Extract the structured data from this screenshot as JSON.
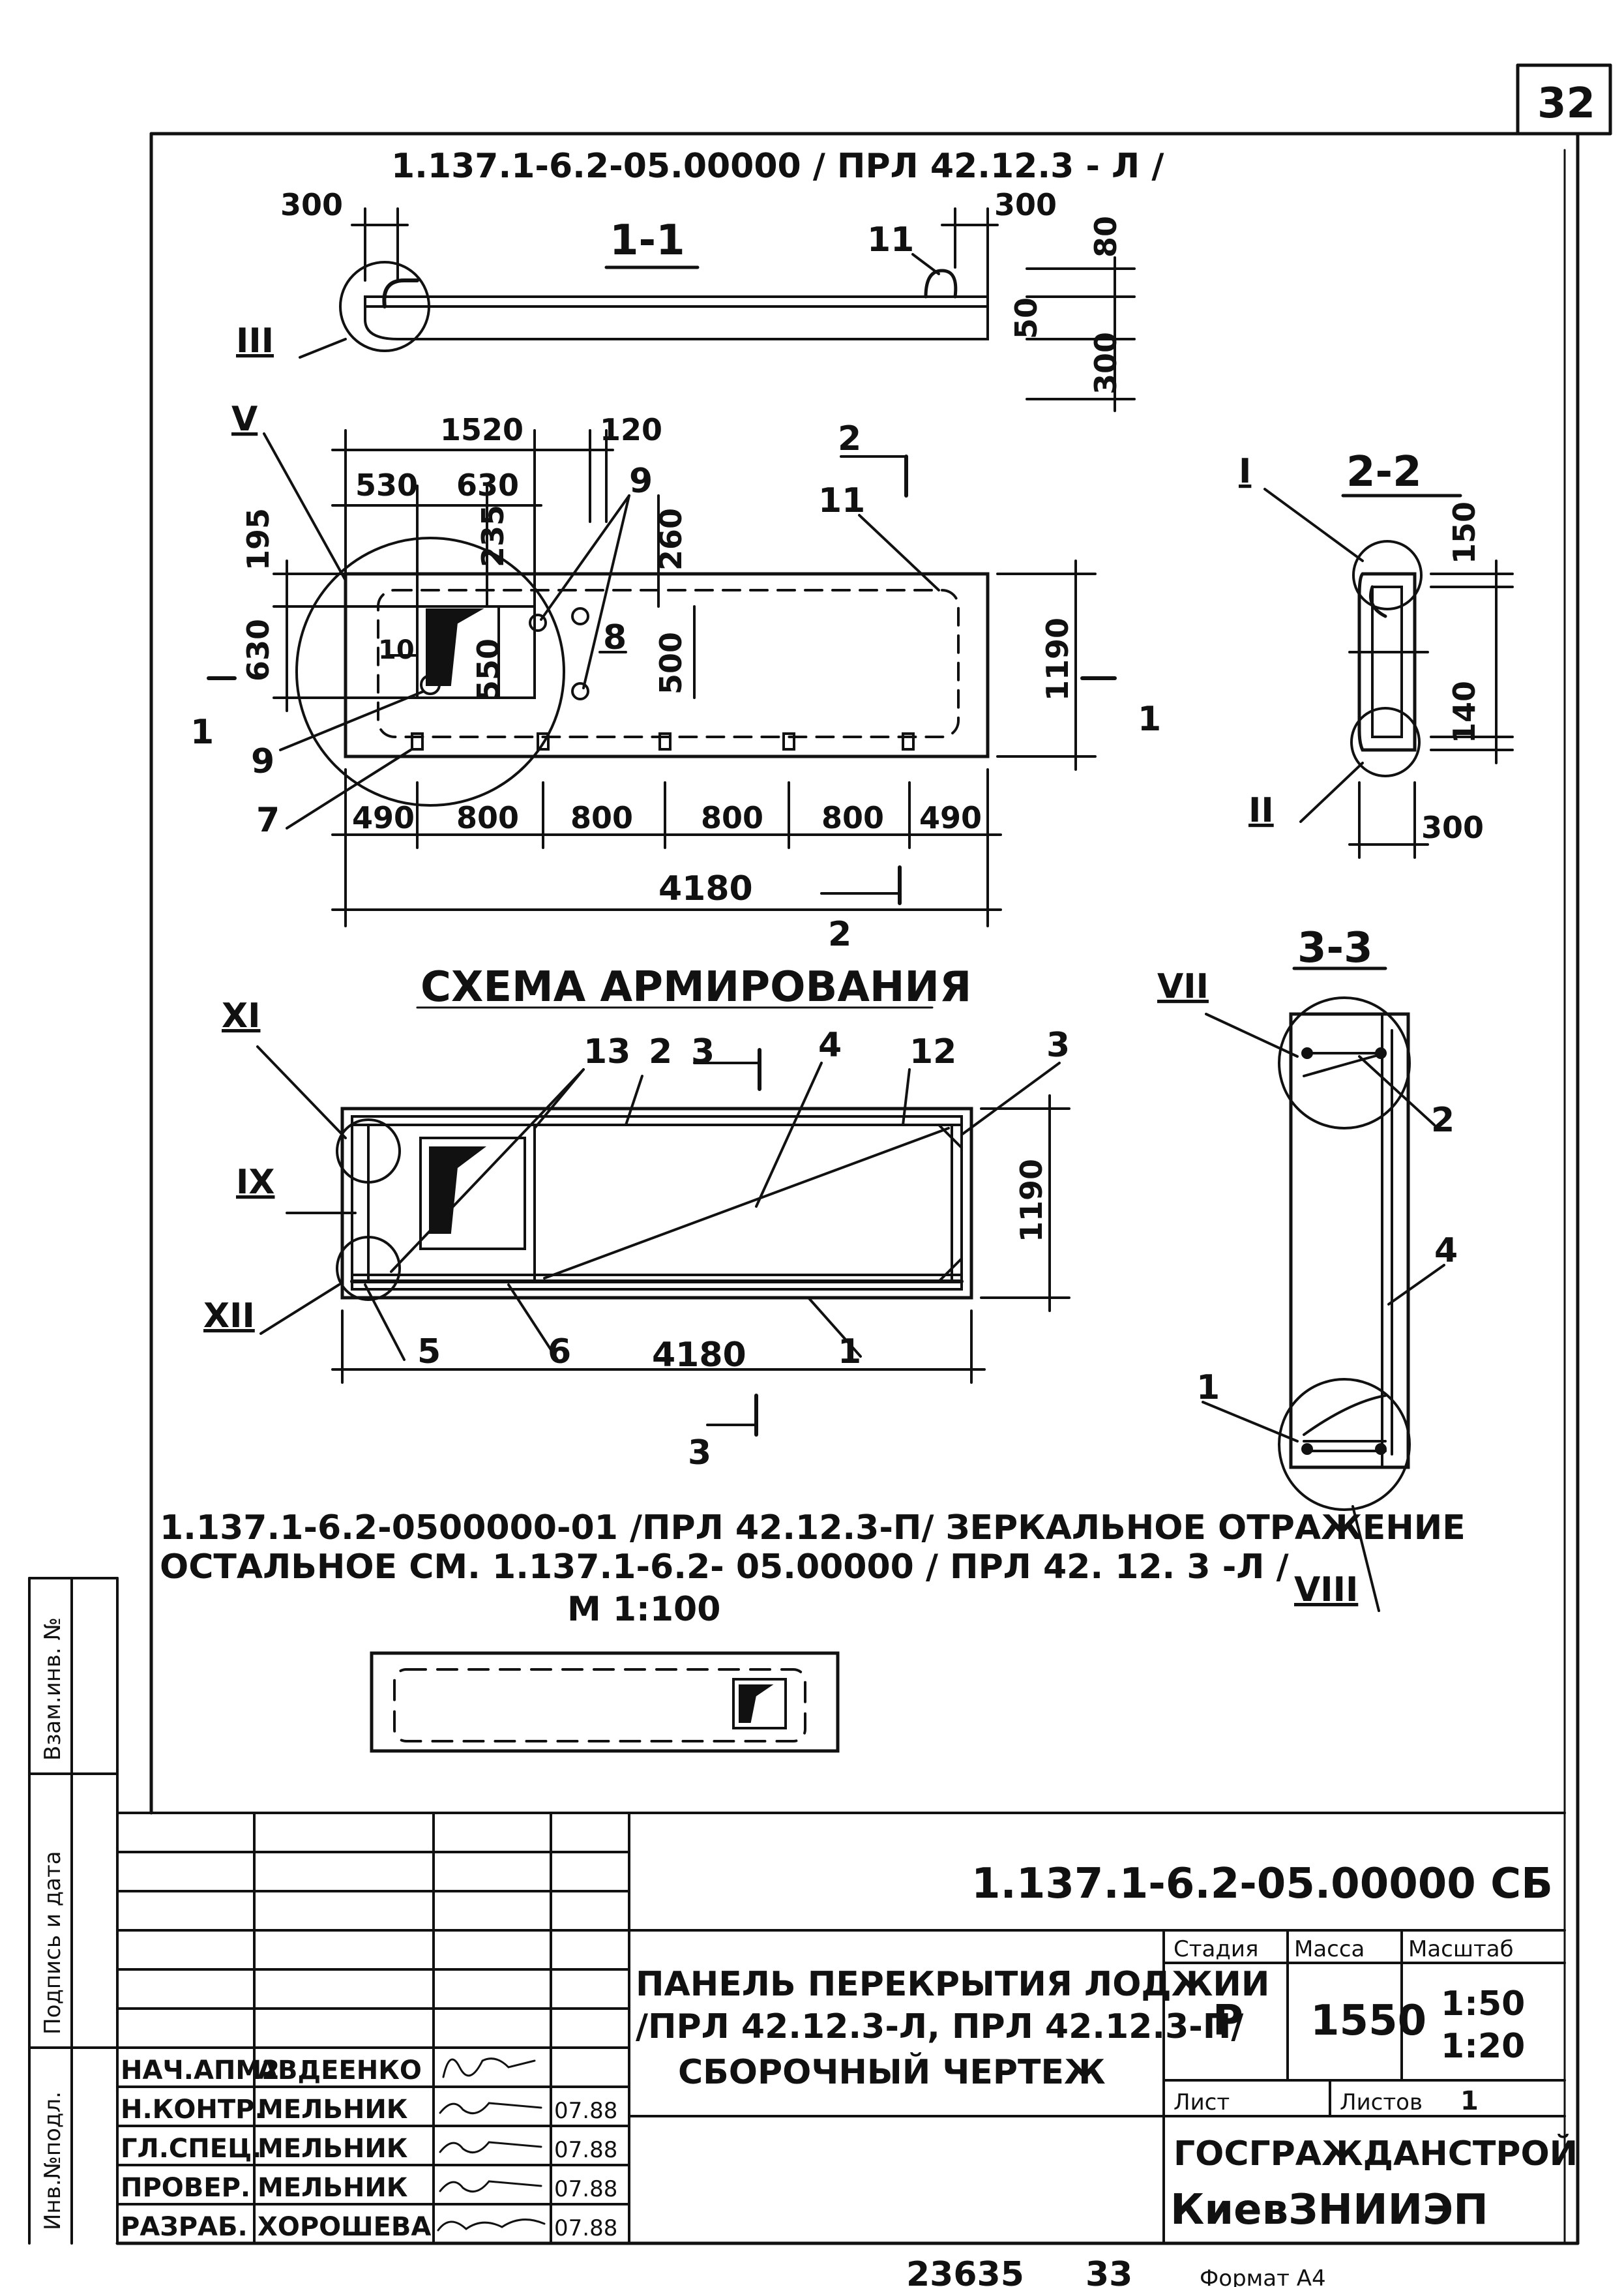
{
  "sheet": {
    "sheet_number": "32",
    "doc_code_top": "1.137.1-6.2-05.00000 / ПРЛ 42.12.3 - Л /",
    "bottom_stamp": "23635",
    "bottom_page": "33",
    "format": "Формат А4"
  },
  "section_1_1": {
    "title": "1-1",
    "dim_left": "300",
    "dim_right": "300",
    "dim_80": "80",
    "dim_50": "50",
    "dim_300v": "300",
    "callout_11": "11",
    "node_III": "III"
  },
  "plan": {
    "node_V": "V",
    "dim_1520": "1520",
    "dim_120": "120",
    "dim_530": "530",
    "dim_630": "630",
    "dim_235": "235",
    "dim_195": "195",
    "dim_630v": "630",
    "dim_260": "260",
    "dim_500": "500",
    "dim_550": "550",
    "dim_1190": "1190",
    "callout_9a": "9",
    "callout_9b": "9",
    "callout_11": "11",
    "callout_10": "10",
    "callout_8": "8",
    "callout_7": "7",
    "spacings": [
      "490",
      "800",
      "800",
      "800",
      "800",
      "490"
    ],
    "total_length": "4180",
    "cut_1": "1",
    "cut_1b": "1",
    "cut_2": "2",
    "cut_2b": "2"
  },
  "section_2_2": {
    "title": "2-2",
    "node_I": "I",
    "node_II": "II",
    "dim_150": "150",
    "dim_140": "140",
    "dim_300": "300"
  },
  "reinforcement": {
    "title": "СХЕМА   АРМИРОВАНИЯ",
    "node_XI": "XI",
    "node_IX": "IX",
    "node_XII": "XII",
    "callout_13": "13",
    "callout_2": "2",
    "callout_3cut": "3",
    "callout_4": "4",
    "callout_12": "12",
    "callout_3": "3",
    "callout_5": "5",
    "callout_6": "6",
    "callout_1": "1",
    "dim_1190": "1190",
    "dim_4180": "4180",
    "cut_3b": "3"
  },
  "section_3_3": {
    "title": "3-3",
    "node_VII": "VII",
    "node_VIII": "VIII",
    "callout_2": "2",
    "callout_4": "4",
    "callout_1": "1"
  },
  "notes": {
    "line1": "1.137.1-6.2-0500000-01 /ПРЛ 42.12.3-П/ ЗЕРКАЛЬНОЕ ОТРАЖЕНИЕ",
    "line2": "ОСТАЛЬНОЕ СМ. 1.137.1-6.2- 05.00000 / ПРЛ 42. 12. 3 -Л /",
    "scale": "М 1:100"
  },
  "side_stamp": {
    "inv_zam": "Взам.инв. №",
    "podpis": "Подпись и дата",
    "inv_podl": "Инв.№подл."
  },
  "title_block": {
    "code": "1.137.1-6.2-05.00000 СБ",
    "title_line1": "ПАНЕЛЬ ПЕРЕКРЫТИЯ ЛОДЖИИ",
    "title_line2": "/ПРЛ 42.12.3-Л, ПРЛ 42.12.3-П/",
    "title_line3": "СБОРОЧНЫЙ   ЧЕРТЕЖ",
    "stage_label": "Стадия",
    "mass_label": "Масса",
    "scale_label": "Масштаб",
    "stage": "Р",
    "mass": "1550",
    "scale1": "1:50",
    "scale2": "1:20",
    "sheet_label": "Лист",
    "sheets_label": "Листов",
    "sheets": "1",
    "org1": "ГОСГРАЖДАНСТРОЙ",
    "org2": "КиевЗНИИЭП",
    "rows": [
      {
        "role": "НАЧ.АПМ2",
        "name": "АВДЕЕНКО",
        "date": ""
      },
      {
        "role": "Н.КОНТР.",
        "name": "МЕЛЬНИК",
        "date": "07.88"
      },
      {
        "role": "ГЛ.СПЕЦ.",
        "name": "МЕЛЬНИК",
        "date": "07.88"
      },
      {
        "role": "ПРОВЕР.",
        "name": "МЕЛЬНИК",
        "date": "07.88"
      },
      {
        "role": "РАЗРАБ.",
        "name": "ХОРОШЕВА",
        "date": "07.88"
      }
    ]
  }
}
